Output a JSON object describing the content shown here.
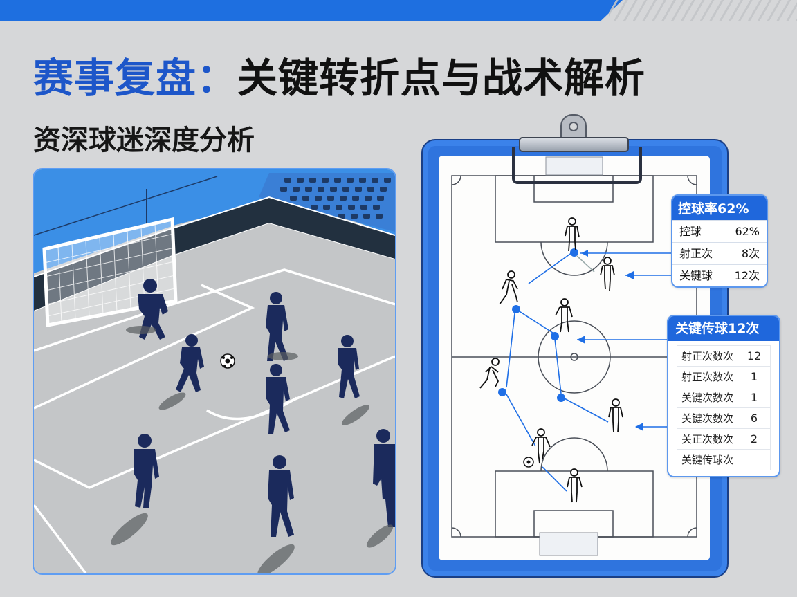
{
  "header": {
    "title_accent": "赛事复盘：",
    "title_main": "关键转折点与战术解析",
    "subtitle": "资深球迷深度分析",
    "accent_color": "#1d56c9",
    "band_color": "#1e6fe0"
  },
  "illustration": {
    "description": "isometric match scene: goalkeeper in front of goal, outfield players in navy kits, football near penalty area",
    "player_color": "#1b2a5c",
    "sky_color": "#3b8fe6"
  },
  "tactics_board": {
    "board_color": "#2f74de",
    "arrow_color": "#1f6fe6",
    "icons": [
      "clipboard-icon",
      "goal-net-icon",
      "football-icon",
      "player-figure-icon",
      "pass-node-icon"
    ]
  },
  "possession_card": {
    "title": "控球率62%",
    "rows": [
      {
        "label": "控球",
        "value": "62%"
      },
      {
        "label": "射正次",
        "value": "8次"
      },
      {
        "label": "关键球",
        "value": "12次"
      }
    ]
  },
  "key_pass_card": {
    "title": "关键传球12次",
    "rows": [
      {
        "label": "射正次数次",
        "value": "12"
      },
      {
        "label": "射正次数次",
        "value": "1"
      },
      {
        "label": "关键次数次",
        "value": "1"
      },
      {
        "label": "关键次数次",
        "value": "6"
      },
      {
        "label": "关正次数次",
        "value": "2"
      },
      {
        "label": "关键传球次",
        "value": ""
      }
    ]
  }
}
